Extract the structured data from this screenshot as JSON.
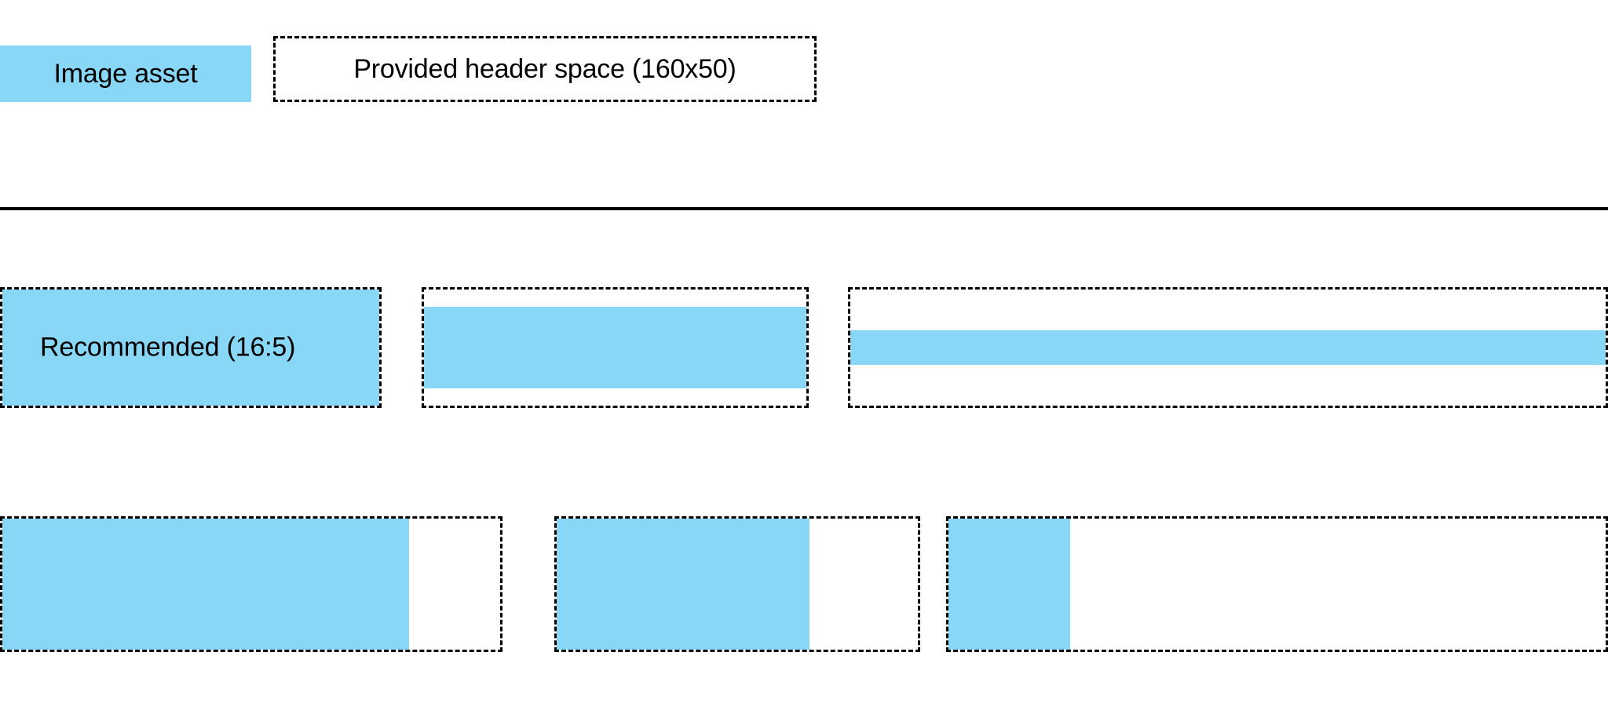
{
  "colors": {
    "asset_blue": "#89d7f7",
    "outline": "#000000",
    "background": "#ffffff"
  },
  "legend": {
    "swatch_label": "Image asset",
    "box_label": "Provided header space (160x50)",
    "header_space_width": "160",
    "header_space_height": "50"
  },
  "grid": {
    "rows": [
      {
        "name": "row-1",
        "cards": [
          {
            "name": "card-recommended-16-5",
            "label": "Recommended (16:5)",
            "fill": "full",
            "aspect_ratio": "16:5"
          },
          {
            "name": "card-vertically-inset",
            "label": "",
            "fill": "vertical-inset",
            "aspect_ratio": ""
          },
          {
            "name": "card-thin-band",
            "label": "",
            "fill": "thin-centered-band",
            "aspect_ratio": ""
          }
        ]
      },
      {
        "name": "row-2",
        "cards": [
          {
            "name": "card-wide-left-fill",
            "label": "",
            "fill": "left-81-percent",
            "aspect_ratio": ""
          },
          {
            "name": "card-medium-left-fill",
            "label": "",
            "fill": "left-57-percent",
            "aspect_ratio": ""
          },
          {
            "name": "card-narrow-left-fill",
            "label": "",
            "fill": "left-18-percent",
            "aspect_ratio": ""
          }
        ]
      }
    ]
  }
}
